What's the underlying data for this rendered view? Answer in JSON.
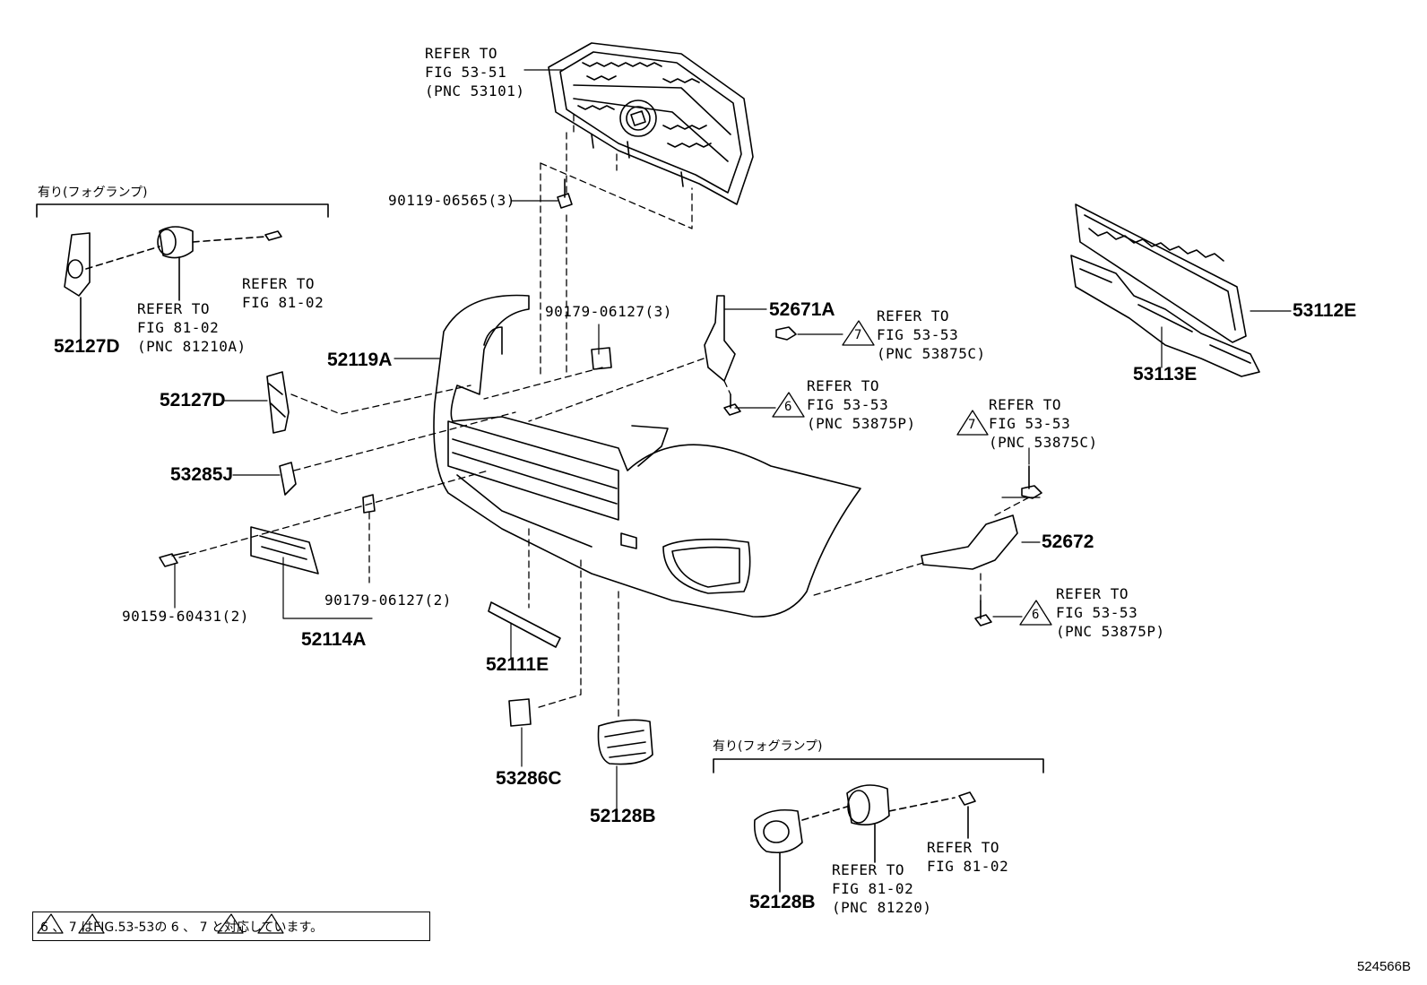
{
  "fog_note_left": "有り(フォグランプ)",
  "fog_note_right": "有り(フォグランプ)",
  "refs": {
    "grille": "REFER TO\nFIG 53-51\n(PNC 53101)",
    "fog_lamp_left": "REFER TO\nFIG 81-02\n(PNC 81210A)",
    "bulb_left": "REFER TO\nFIG 81-02",
    "clip_c_upper": "REFER TO\nFIG 53-53\n(PNC 53875C)",
    "clip_p_upper": "REFER TO\nFIG 53-53\n(PNC 53875P)",
    "clip_c_right": "REFER TO\nFIG 53-53\n(PNC 53875C)",
    "clip_p_right": "REFER TO\nFIG 53-53\n(PNC 53875P)",
    "bulb_right": "REFER TO\nFIG 81-02",
    "fog_lamp_right": "REFER TO\nFIG 81-02\n(PNC 81220)"
  },
  "parts": {
    "p52127D_top": "52127D",
    "p52119A": "52119A",
    "p52127D_mid": "52127D",
    "p53285J": "53285J",
    "p90119": "90119-06565(3)",
    "p90179_top": "90179-06127(3)",
    "p52671A": "52671A",
    "p53112E": "53112E",
    "p53113E": "53113E",
    "p52672": "52672",
    "p90159": "90159-60431(2)",
    "p90179_low": "90179-06127(2)",
    "p52114A": "52114A",
    "p52111E": "52111E",
    "p53286C": "53286C",
    "p52128B_mid": "52128B",
    "p52128B_low": "52128B"
  },
  "triangles": {
    "t7_a": "7",
    "t6_a": "6",
    "t7_b": "7",
    "t6_b": "6"
  },
  "note": "6 、 7 はFIG.53-53の 6 、 7 と対応しています。",
  "drawing_number": "524566B"
}
